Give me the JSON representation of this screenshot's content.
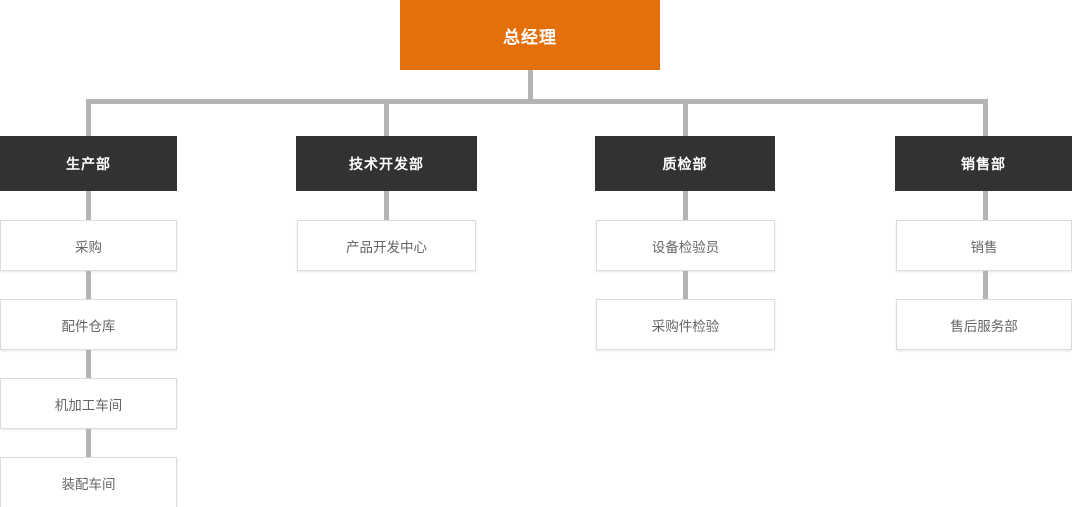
{
  "chart": {
    "title_node": {
      "label": "总经理",
      "color": "#e3700b",
      "text_color": "#ffffff"
    },
    "colors": {
      "root_fill": "#e3700b",
      "dept_fill": "#323232",
      "sub_fill": "#ffffff",
      "sub_border": "#dcdcdc",
      "connector": "#b4b4b4",
      "dept_text": "#ffffff",
      "sub_text": "#666666"
    },
    "departments": [
      {
        "label": "生产部",
        "children": [
          {
            "label": "采购"
          },
          {
            "label": "配件仓库"
          },
          {
            "label": "机加工车间"
          },
          {
            "label": "装配车间"
          }
        ]
      },
      {
        "label": "技术开发部",
        "children": [
          {
            "label": "产品开发中心"
          }
        ]
      },
      {
        "label": "质检部",
        "children": [
          {
            "label": "设备检验员"
          },
          {
            "label": "采购件检验"
          }
        ]
      },
      {
        "label": "销售部",
        "children": [
          {
            "label": "销售"
          },
          {
            "label": "售后服务部"
          }
        ]
      }
    ]
  }
}
